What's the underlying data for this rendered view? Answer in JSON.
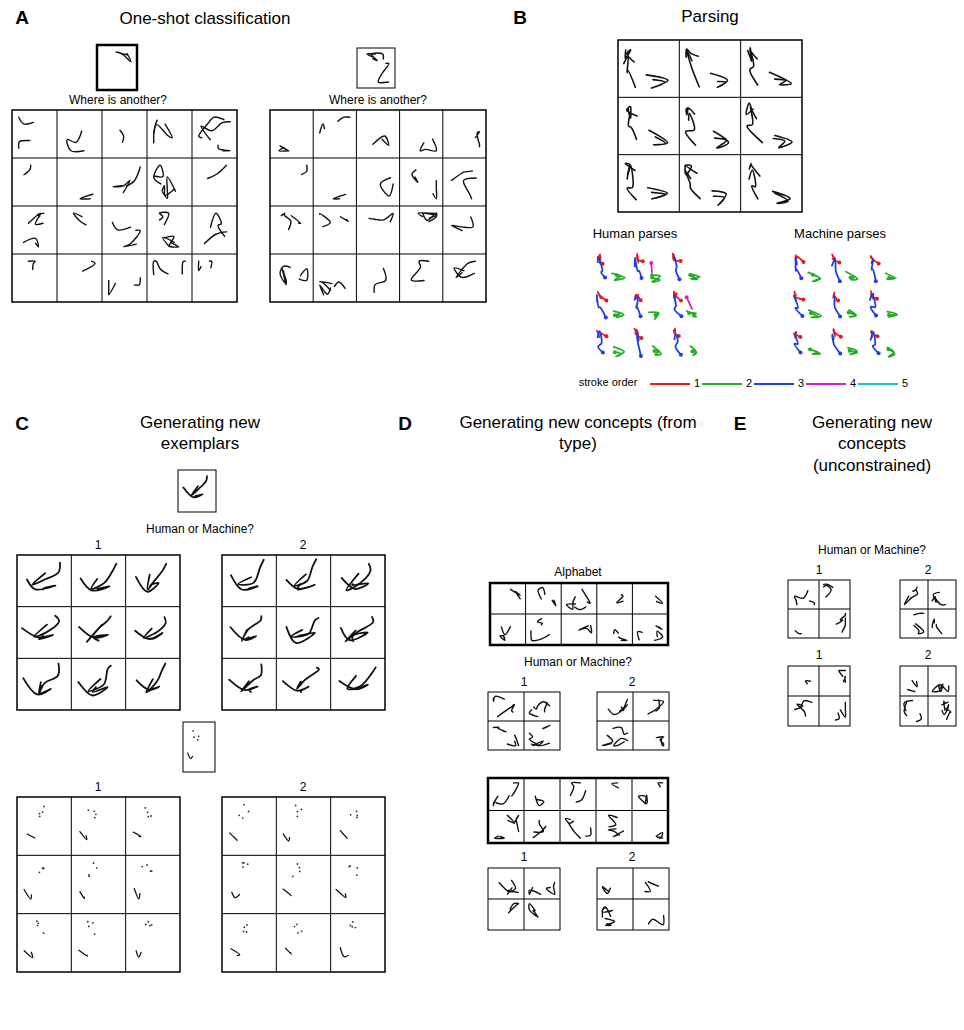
{
  "diagram": {
    "labels": [
      "A",
      "One-shot classification",
      "Where is another?",
      "Where is another?",
      "B",
      "Parsing",
      "Human parses",
      "Machine parses",
      "stroke order",
      "C",
      "Generating new exemplars",
      "Human or Machine?",
      "1",
      "2",
      "1",
      "2",
      "D",
      "Generating new concepts (from type)",
      "Alphabet",
      "Human or Machine?",
      "1",
      "2",
      "1",
      "2",
      "E",
      "Generating new concepts (unconstrained)",
      "Human or Machine?",
      "1",
      "2",
      "1",
      "2"
    ],
    "legend": [
      {
        "text": "1",
        "color": "#e41a1c"
      },
      {
        "text": "2",
        "color": "#22b022"
      },
      {
        "text": "3",
        "color": "#1f3fe0"
      },
      {
        "text": "4",
        "color": "#d020d0"
      },
      {
        "text": "5",
        "color": "#20c0d8"
      }
    ]
  }
}
